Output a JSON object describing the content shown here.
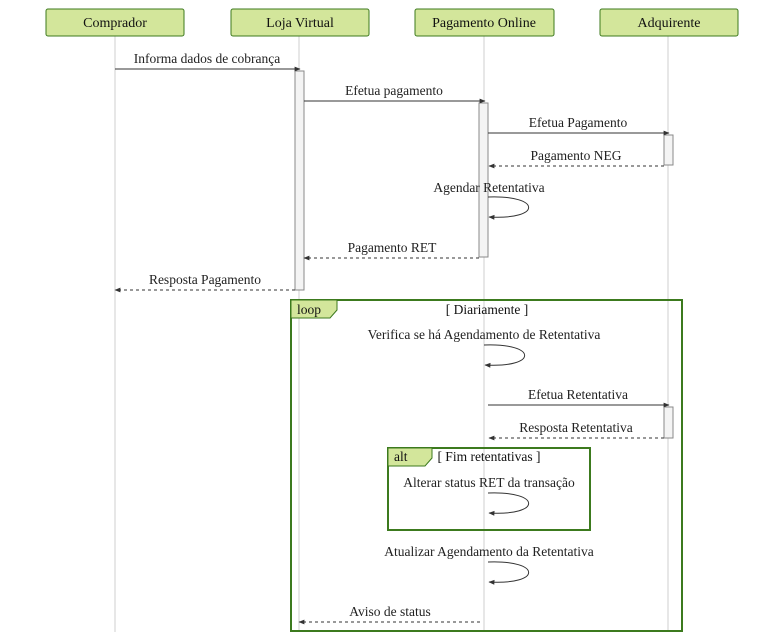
{
  "actors": [
    "Comprador",
    "Loja Virtual",
    "Pagamento Online",
    "Adquirente"
  ],
  "messages": {
    "m1": "Informa dados de cobrança",
    "m2": "Efetua pagamento",
    "m3": "Efetua Pagamento",
    "m4": "Pagamento NEG",
    "m5": "Agendar Retentativa",
    "m6": "Pagamento RET",
    "m7": "Resposta Pagamento",
    "m8": "Verifica se há Agendamento de Retentativa",
    "m9": "Efetua Retentativa",
    "m10": "Resposta Retentativa",
    "m11": "Alterar status RET da transação",
    "m12": "Atualizar Agendamento da Retentativa",
    "m13": "Aviso de status"
  },
  "frames": {
    "loop": {
      "keyword": "loop",
      "condition": "[ Diariamente ]"
    },
    "alt": {
      "keyword": "alt",
      "condition": "[ Fim retentativas ]"
    }
  },
  "colors": {
    "actor_fill": "#d3e69b",
    "frame_border": "#3c7a1e"
  }
}
